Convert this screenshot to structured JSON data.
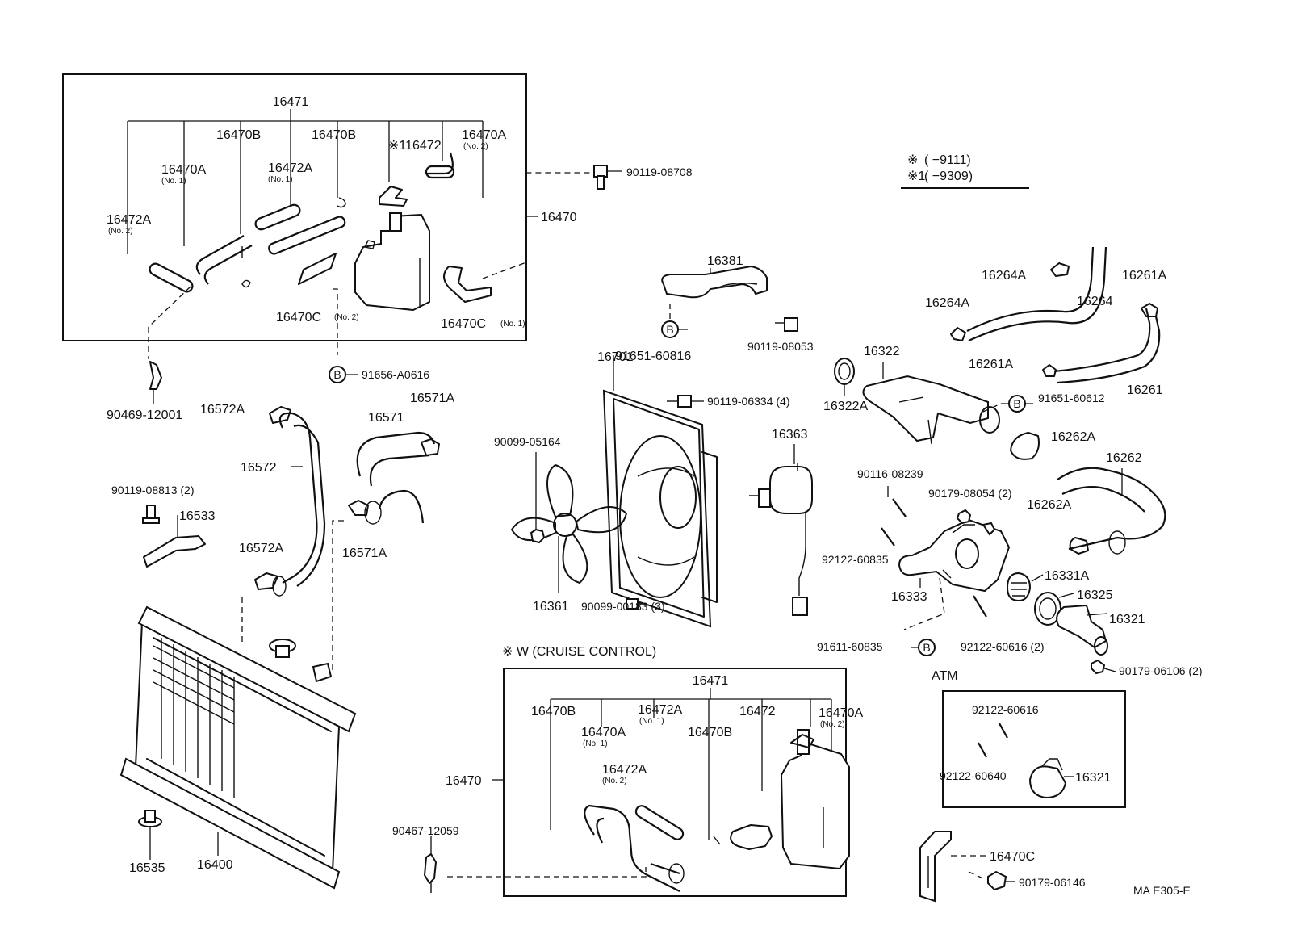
{
  "legend": {
    "row1_mark": "※",
    "row1_range": "(        −9111)",
    "row2_mark": "※1",
    "row2_range": "(        −9309)"
  },
  "section_titles": {
    "cruise": "※ W (CRUISE CONTROL)",
    "atm": "ATM"
  },
  "ref_code": "MA  E305-E",
  "top_box": {
    "p16471": "16471",
    "p16470b_a": "16470B",
    "p16470b_b": "16470B",
    "p116472": "※116472",
    "p16470a_no2": "16470A",
    "no2_a": "(No. 2)",
    "p16470a_no1": "16470A",
    "no1_a": "(No. 1)",
    "p16472a_no1": "16472A",
    "no1_b": "(No. 1)",
    "p16472a_no2": "16472A",
    "no2_b": "(No. 2)",
    "p16470c_no2": "16470C",
    "no2_c": "(No. 2)",
    "p16470c_no1": "16470C",
    "no1_c": "(No. 1)",
    "p16470": "16470"
  },
  "parts": {
    "p90119_08708": "90119-08708",
    "p91656_a0616": "91656-A0616",
    "p90469_12001": "90469-12001",
    "p16572a_top": "16572A",
    "p16572": "16572",
    "p16572a_bot": "16572A",
    "p16571a_top": "16571A",
    "p16571": "16571",
    "p16571a_bot": "16571A",
    "p90119_08813": "90119-08813 (2)",
    "p16533": "16533",
    "p16535": "16535",
    "p16400": "16400",
    "p16381": "16381",
    "p91651_60816": "91651-60816",
    "p90119_08053": "90119-08053",
    "p16701": "16701",
    "p90119_06334": "90119-06334 (4)",
    "p90099_05164": "90099-05164",
    "p16363": "16363",
    "p16361": "16361",
    "p90099_00183": "90099-00183 (3)",
    "p16264a_top": "16264A",
    "p16264": "16264",
    "p16264a_mid": "16264A",
    "p16261a_top": "16261A",
    "p16261a_mid": "16261A",
    "p16261": "16261",
    "p16322": "16322",
    "p16322a": "16322A",
    "p91651_60612": "91651-60612",
    "p16262a_top": "16262A",
    "p16262": "16262",
    "p16262a_bot": "16262A",
    "p90116_08239": "90116-08239",
    "p90179_08054": "90179-08054 (2)",
    "p92122_60835": "92122-60835",
    "p16333": "16333",
    "p16331a": "16331A",
    "p16325": "16325",
    "p16321": "16321",
    "p91611_60835": "91611-60835",
    "p92122_60616_2": "92122-60616 (2)",
    "p90179_06106": "90179-06106 (2)",
    "atm_92122_60616": "92122-60616",
    "atm_92122_60640": "92122-60640",
    "atm_16321": "16321",
    "p16470c": "16470C",
    "p90179_06146": "90179-06146",
    "p90467_12059": "90467-12059",
    "bubble_b": "B"
  },
  "cruise_box": {
    "p16471": "16471",
    "p16470b_l": "16470B",
    "p16472a_no1": "16472A",
    "no1_a": "(No. 1)",
    "p16470a_no1": "16470A",
    "no1_b": "(No. 1)",
    "p16470b_r": "16470B",
    "p16472": "16472",
    "p16470a_no2": "16470A",
    "no2_a": "(No. 2)",
    "p16472a_no2": "16472A",
    "no2_b": "(No. 2)",
    "p16470": "16470"
  }
}
